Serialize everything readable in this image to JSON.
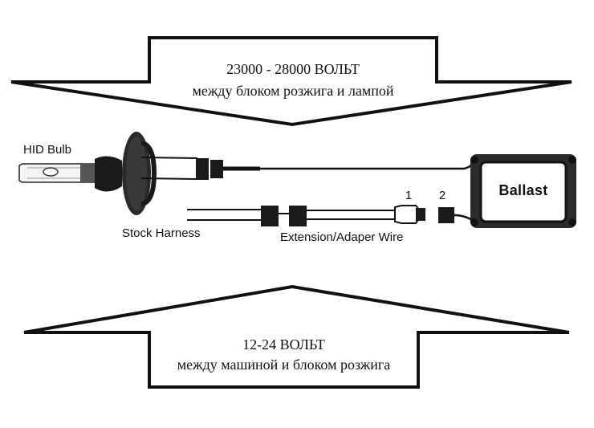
{
  "top_arrow": {
    "voltage": "23000 - 28000 ВОЛЬТ",
    "description": "между блоком розжига и лампой"
  },
  "bottom_arrow": {
    "voltage": "12-24 ВОЛЬТ",
    "description": "между машиной и блоком розжига"
  },
  "components": {
    "bulb_label": "HID Bulb",
    "harness_label": "Stock Harness",
    "extension_label": "Extension/Adaper Wire",
    "ballast_label": "Ballast",
    "connector_1": "1",
    "connector_2": "2"
  },
  "colors": {
    "outline": "#111111",
    "part_fill": "#1a1a1a",
    "background": "#ffffff"
  }
}
